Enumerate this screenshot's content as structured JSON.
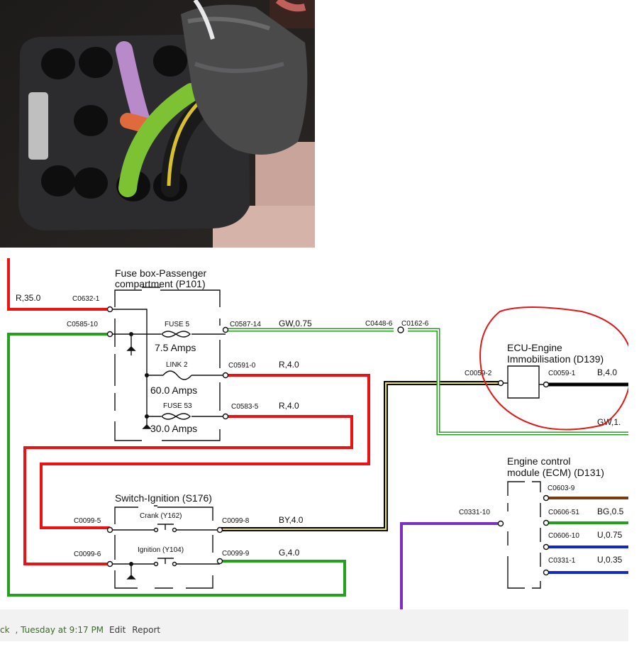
{
  "photo": {
    "icon": "wiring-connector-photo"
  },
  "diagram": {
    "fusebox_title_1": "Fuse box-Passenger",
    "fusebox_title_2": "compartment (P101)",
    "r350": "R,35.0",
    "c0632": "C0632-1",
    "c0585": "C0585-10",
    "fuse5": "FUSE 5",
    "fuse5_amps": "7.5 Amps",
    "link2": "LINK 2",
    "link2_amps": "60.0 Amps",
    "fuse53": "FUSE 53",
    "fuse53_amps": "30.0 Amps",
    "c0587": "C0587-14",
    "gw075": "GW,0.75",
    "c0591": "C0591-0",
    "r40_a": "R,4.0",
    "c0583": "C0583-5",
    "r40_b": "R,4.0",
    "c0448": "C0448-6",
    "c0162": "C0162-6",
    "ecu_title_1": "ECU-Engine",
    "ecu_title_2": "Immobilisation (D139)",
    "c0059_2": "C0059-2",
    "c0059_1": "C0059-1",
    "b40": "B,4.0",
    "gw_partial": "GW,1.",
    "switch_title": "Switch-Ignition (S176)",
    "crank": "Crank (Y162)",
    "ignition": "Ignition (Y104)",
    "c0099_5": "C0099-5",
    "c0099_8": "C0099-8",
    "by40": "BY,4.0",
    "c0099_6": "C0099-6",
    "c0099_9": "C0099-9",
    "g40": "G,4.0",
    "ecm_title_1": "Engine control",
    "ecm_title_2": "module (ECM) (D131)",
    "c0603": "C0603-9",
    "c0331_10": "C0331-10",
    "c0606_51": "C0606-51",
    "bg05": "BG,0.5",
    "c0606_10": "C0606-10",
    "u075": "U,0.75",
    "c0331_1": "C0331-1",
    "u035": "U,0.35",
    "colors": {
      "red": "#ee1111",
      "green": "#22a11a",
      "yellow": "#f3ee10",
      "black": "#000000",
      "brown": "#7a3b10",
      "blue": "#1326d6",
      "purple": "#7a2fc0",
      "annotation": "#e01818"
    }
  },
  "footer": {
    "author": "ck",
    "time": ", Tuesday at 9:17 PM",
    "edit": "Edit",
    "report": "Report"
  }
}
